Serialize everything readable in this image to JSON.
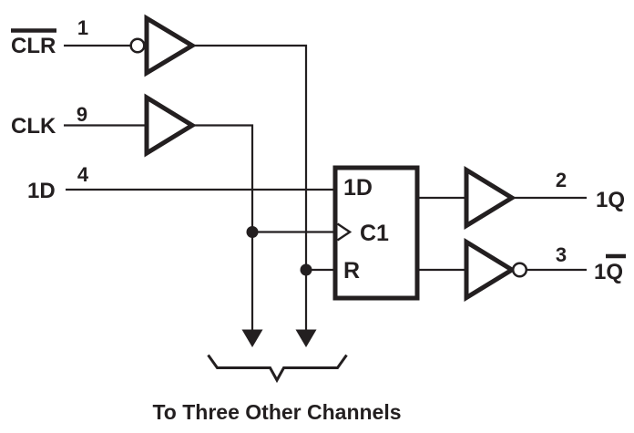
{
  "colors": {
    "ink": "#231f20",
    "background": "#ffffff"
  },
  "inputs": {
    "clr": {
      "label": "CLR",
      "pin": "1"
    },
    "clk": {
      "label": "CLK",
      "pin": "9"
    },
    "d": {
      "label": "1D",
      "pin": "4"
    }
  },
  "flipflop": {
    "d_input": "1D",
    "clock_input": "C1",
    "reset_input": "R"
  },
  "outputs": {
    "q": {
      "label": "1Q",
      "pin": "2"
    },
    "qbar": {
      "label": "1Q",
      "pin": "3"
    }
  },
  "caption": "To Three Other Channels"
}
